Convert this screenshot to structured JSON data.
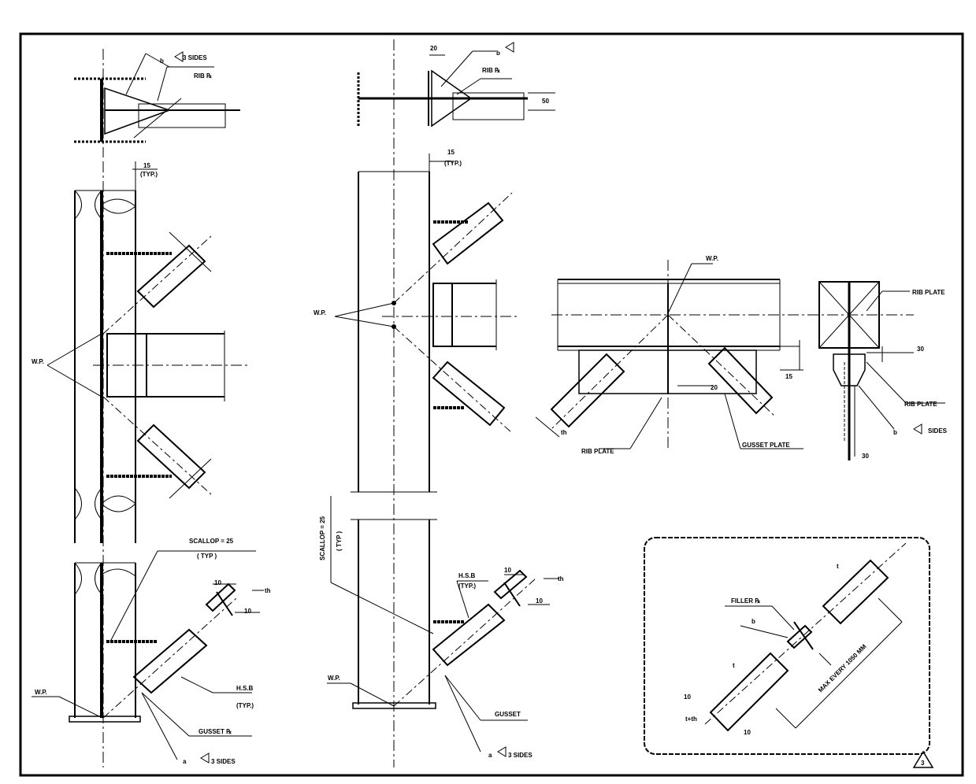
{
  "labels": {
    "three_sides": "3 SIDES",
    "rib_pl": "RIB ℞",
    "rib_plate": "RIB PLATE",
    "wp": "W.P.",
    "typ15": "15",
    "typ": "(TYP.)",
    "typ_spaced": "( TYP )",
    "scallop25": "SCALLOP = 25",
    "scallop_vert": "SCALLOP = 25",
    "hsb": "H.S.B",
    "gusset_pl": "GUSSET ℞",
    "gusset": "GUSSET",
    "gusset_plate": "GUSSET PLATE",
    "filler_pl": "FILLER ℞",
    "max_every": "MAX EVERY 1050 MM",
    "sides": "SIDES",
    "v10": "10",
    "v20": "20",
    "v25": "25",
    "v30": "30",
    "v50": "50",
    "v15": "15",
    "th": "th",
    "tsum": "t+th",
    "t": "t",
    "b": "b",
    "a": "a",
    "callout": "3"
  }
}
